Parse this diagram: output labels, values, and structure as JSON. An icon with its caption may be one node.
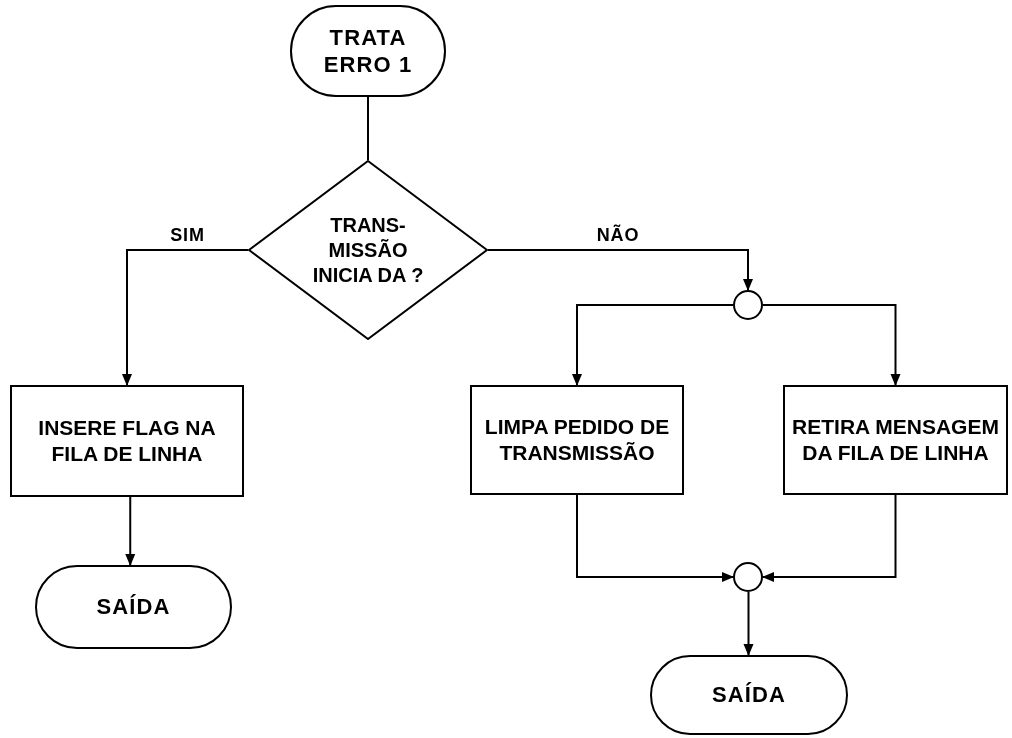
{
  "diagram": {
    "nodes": [
      {
        "text": [
          "TRATA ERRO 1"
        ]
      },
      {
        "text": [
          "TRANS- MISSÃO INICIA DA ?"
        ]
      },
      {
        "text": [
          "INSERE FLAG NA FILA DE LINHA"
        ]
      },
      {
        "text": [],
        "shape": "circle"
      },
      {
        "text": [
          "LIMPA PEDIDO DE TRANSMISSÃO"
        ]
      },
      {
        "text": [
          "RETIRA MENSAGEM DA FILA DE LINHA"
        ]
      },
      {
        "text": [
          "SAÍDA"
        ]
      },
      {
        "text": [],
        "shape": "circle"
      },
      {
        "text": [
          "SAÍDA"
        ]
      }
    ],
    "edges": [
      {
        "from": 0,
        "to": 1,
        "arrow": "none"
      },
      {
        "from": 1,
        "to": 2,
        "arrow": "to",
        "label": "SIM"
      },
      {
        "from": 1,
        "to": 3,
        "arrow": "to",
        "label": "NÃO"
      },
      {
        "from": 3,
        "to": 4,
        "arrow": "to"
      },
      {
        "from": 3,
        "to": 5,
        "arrow": "to"
      },
      {
        "from": 2,
        "to": 6,
        "arrow": "to"
      },
      {
        "from": 4,
        "to": 7,
        "arrow": "to"
      },
      {
        "from": 5,
        "to": 7,
        "arrow": "to"
      },
      {
        "from": 7,
        "to": 8,
        "arrow": "to"
      }
    ]
  }
}
